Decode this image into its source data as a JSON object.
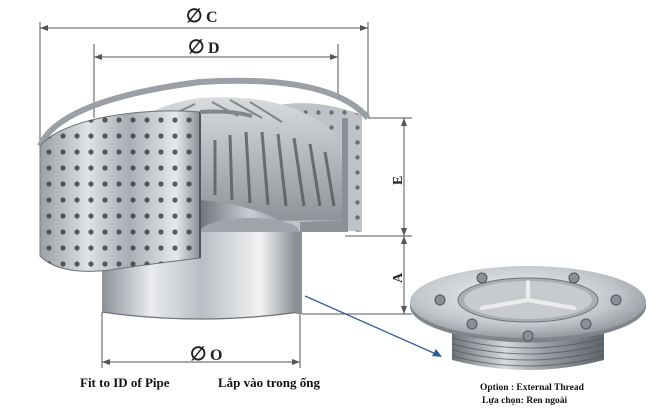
{
  "dimensions": {
    "c": "C",
    "d": "D",
    "e": "E",
    "a": "A",
    "o": "O",
    "diameter_symbol": "∅"
  },
  "captions": {
    "fit_en": "Fit to ID of Pipe",
    "fit_vi": "Lắp vào trong ống",
    "option_en": "Option   : External Thread",
    "option_vi": "Lựa chọn: Ren ngoài"
  },
  "colors": {
    "dimension_line": "#555555",
    "leader_line": "#2f5d9a",
    "steel_light": "#e6e8ea",
    "steel_dark": "#7c8288"
  }
}
